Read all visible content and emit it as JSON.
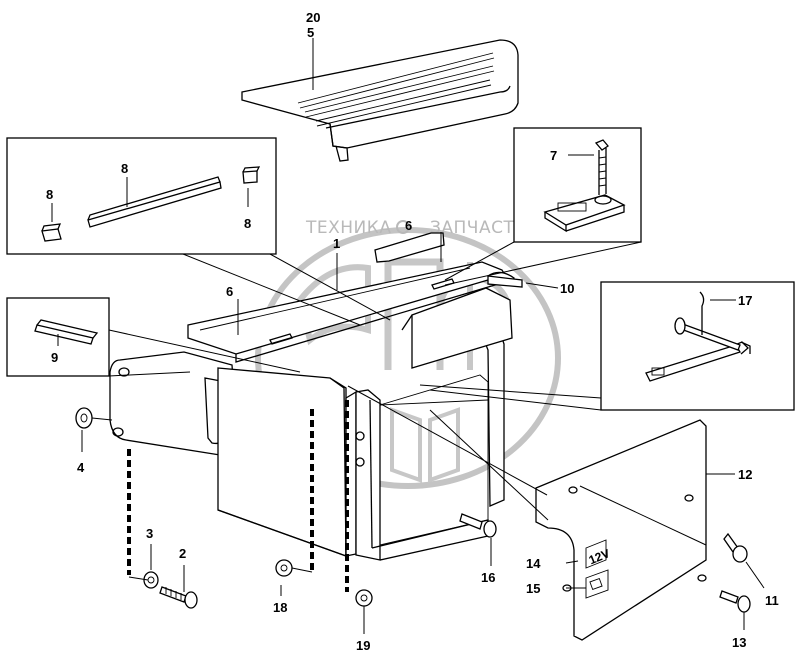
{
  "diagram": {
    "watermark": {
      "left": "ТЕХНИКА",
      "right": "ЗАПЧАСТИ",
      "logo_text": "ЭПФ"
    },
    "plate_marking": "12V",
    "callouts": {
      "c1": "1",
      "c2": "2",
      "c3": "3",
      "c4": "4",
      "c5": "5",
      "c6a": "6",
      "c6b": "6",
      "c7": "7",
      "c8a": "8",
      "c8b": "8",
      "c8c": "8",
      "c9": "9",
      "c10": "10",
      "c11": "11",
      "c12": "12",
      "c13": "13",
      "c14": "14",
      "c15": "15",
      "c16": "16",
      "c17": "17",
      "c18": "18",
      "c19": "19",
      "c20": "20"
    }
  }
}
